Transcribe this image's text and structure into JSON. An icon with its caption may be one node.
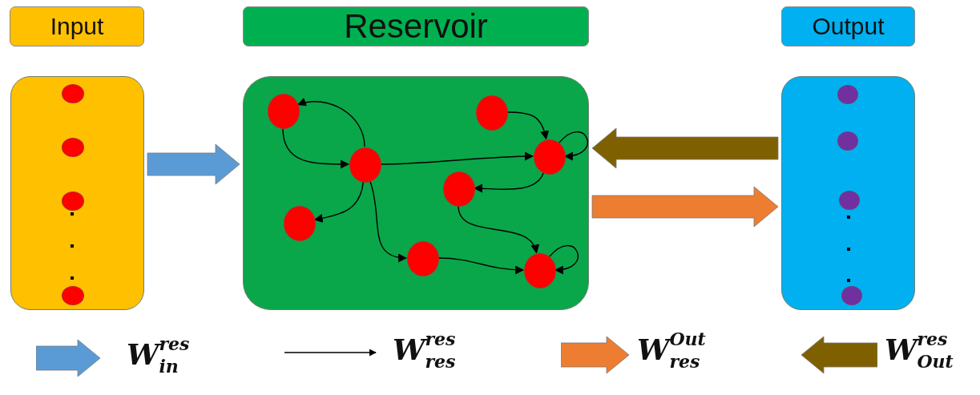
{
  "diagram": {
    "nodes": [
      {
        "text": [
          "Input"
        ]
      },
      {
        "text": [],
        "shape": "box"
      },
      {
        "text": [
          "Reservoir"
        ]
      },
      {
        "text": [],
        "shape": "box"
      },
      {
        "text": [
          "Output"
        ]
      },
      {
        "text": [],
        "shape": "box"
      },
      {
        "text": [],
        "shape": "circle",
        "in": 1
      },
      {
        "text": [],
        "shape": "circle",
        "in": 1
      },
      {
        "text": [],
        "shape": "circle",
        "in": 1
      },
      {
        "text": [],
        "shape": "circle",
        "in": 1
      },
      {
        "text": [],
        "shape": "circle",
        "in": 3
      },
      {
        "text": [],
        "shape": "circle",
        "in": 3
      },
      {
        "text": [],
        "shape": "circle",
        "in": 3
      },
      {
        "text": [],
        "shape": "circle",
        "in": 3
      },
      {
        "text": [],
        "shape": "circle",
        "in": 3
      },
      {
        "text": [],
        "shape": "circle",
        "in": 3
      },
      {
        "text": [],
        "shape": "circle",
        "in": 3
      },
      {
        "text": [],
        "shape": "circle",
        "in": 3
      },
      {
        "text": [],
        "shape": "circle",
        "in": 5
      },
      {
        "text": [],
        "shape": "circle",
        "in": 5
      },
      {
        "text": [],
        "shape": "circle",
        "in": 5
      },
      {
        "text": [],
        "shape": "circle",
        "in": 5
      }
    ],
    "edges": [
      {
        "from": 1,
        "to": 3,
        "arrow": "to",
        "style": "thick",
        "color": "#5b9bd5"
      },
      {
        "from": 5,
        "to": 3,
        "arrow": "to",
        "style": "thick",
        "color": "#7f6000"
      },
      {
        "from": 3,
        "to": 5,
        "arrow": "to",
        "style": "thick",
        "color": "#ed7d31"
      },
      {
        "from": 13,
        "to": 10,
        "arrow": "to"
      },
      {
        "from": 10,
        "to": 13,
        "arrow": "to"
      },
      {
        "from": 13,
        "to": 12,
        "arrow": "to"
      },
      {
        "from": 13,
        "to": 15,
        "arrow": "to"
      },
      {
        "from": 13,
        "to": 16,
        "arrow": "to"
      },
      {
        "from": 11,
        "to": 12,
        "arrow": "to"
      },
      {
        "from": 12,
        "to": 12,
        "arrow": "to"
      },
      {
        "from": 12,
        "to": 14,
        "arrow": "to"
      },
      {
        "from": 14,
        "to": 17,
        "arrow": "to"
      },
      {
        "from": 16,
        "to": 17,
        "arrow": "to"
      },
      {
        "from": 17,
        "to": 17,
        "arrow": "to"
      }
    ],
    "legend": [
      {
        "text": "W$^{res}$$_{in}$",
        "color": "#5b9bd5"
      },
      {
        "text": "W$^{res}$$_{res}$"
      },
      {
        "text": "W$^{Out}$$_{res}$",
        "color": "#ed7d31"
      },
      {
        "text": "W$^{res}$$_{Out}$",
        "color": "#7f6000"
      }
    ]
  }
}
